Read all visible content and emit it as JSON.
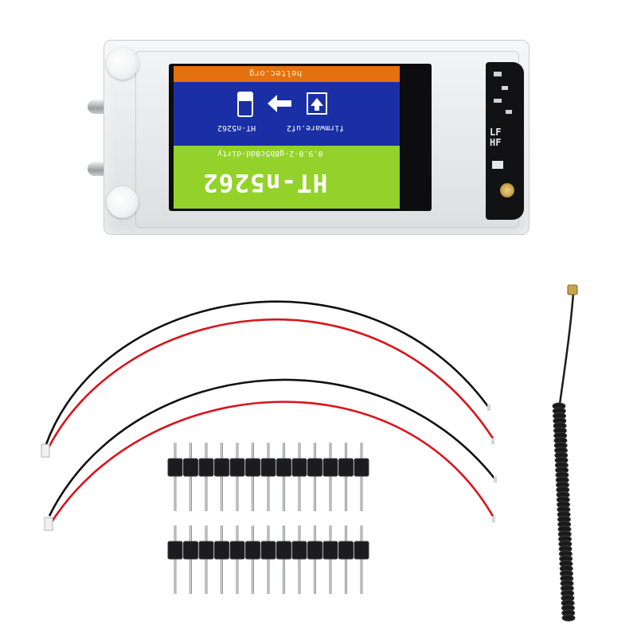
{
  "scene": {
    "description_label": "HT-n5262 kit",
    "colors": {
      "screen_orange": "#e4710f",
      "screen_blue": "#1a2fa6",
      "screen_green": "#93d22a",
      "wire_red": "#d8141b",
      "wire_black": "#111111"
    }
  },
  "screen": {
    "site": "heltec.org",
    "firmware_label": "firmware.uf2",
    "device_label": "HT-n5262",
    "version": "0.9.0-2-g8b5c8dd-dirty",
    "title": "HT-n5262"
  },
  "board": {
    "lf_label": "LF",
    "hf_label": "HF"
  },
  "icons": [
    "usb-drive-icon",
    "arrow-left-icon",
    "upload-icon"
  ]
}
